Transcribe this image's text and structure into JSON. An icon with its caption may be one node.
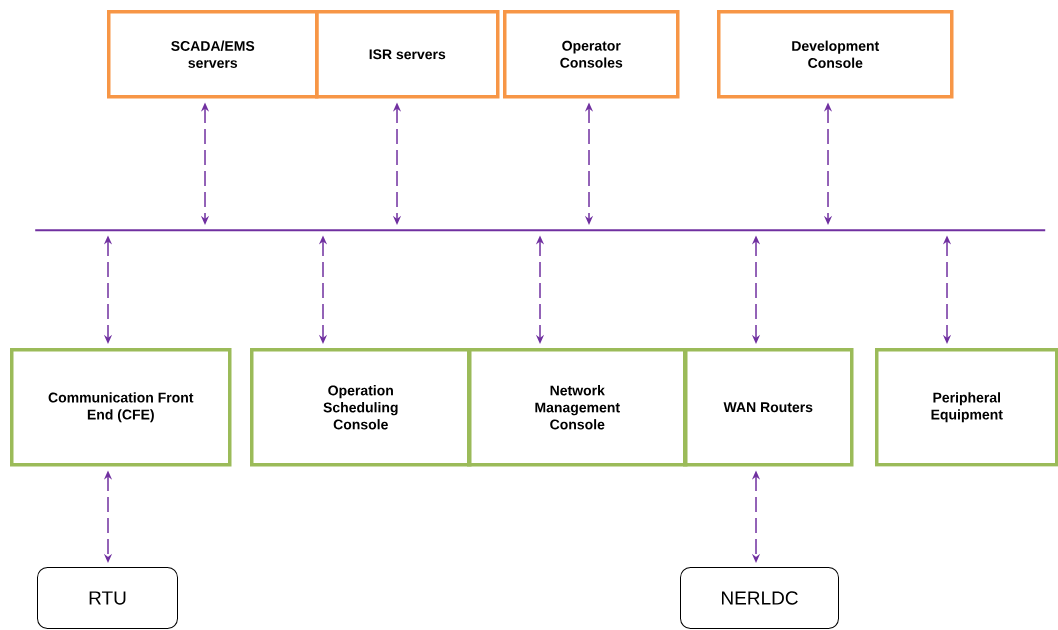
{
  "diagram": {
    "nodes": [
      {
        "text": [
          "SCADA/EMS servers"
        ]
      },
      {
        "text": [
          "ISR servers"
        ]
      },
      {
        "text": [
          "Operator Consoles"
        ]
      },
      {
        "text": [
          "Development Console"
        ]
      },
      {
        "text": [],
        "shape": "bar"
      },
      {
        "text": [
          "Communication Front End (CFE)"
        ]
      },
      {
        "text": [
          "Operation Scheduling Console"
        ]
      },
      {
        "text": [
          "Network Management Console"
        ]
      },
      {
        "text": [
          "WAN Routers"
        ]
      },
      {
        "text": [
          "Peripheral Equipment"
        ]
      },
      {
        "text": [
          "RTU"
        ]
      },
      {
        "text": [
          "NERLDC"
        ]
      }
    ],
    "edges": [
      {
        "from": 0,
        "to": 4,
        "arrow": "both",
        "style": "dashed"
      },
      {
        "from": 1,
        "to": 4,
        "arrow": "both",
        "style": "dashed"
      },
      {
        "from": 2,
        "to": 4,
        "arrow": "both",
        "style": "dashed"
      },
      {
        "from": 3,
        "to": 4,
        "arrow": "both",
        "style": "dashed"
      },
      {
        "from": 4,
        "to": 5,
        "arrow": "both",
        "style": "dashed"
      },
      {
        "from": 4,
        "to": 6,
        "arrow": "both",
        "style": "dashed"
      },
      {
        "from": 4,
        "to": 7,
        "arrow": "both",
        "style": "dashed"
      },
      {
        "from": 4,
        "to": 8,
        "arrow": "both",
        "style": "dashed"
      },
      {
        "from": 4,
        "to": 9,
        "arrow": "both",
        "style": "dashed"
      },
      {
        "from": 5,
        "to": 10,
        "arrow": "both",
        "style": "dashed"
      },
      {
        "from": 8,
        "to": 11,
        "arrow": "both",
        "style": "dashed"
      }
    ]
  }
}
